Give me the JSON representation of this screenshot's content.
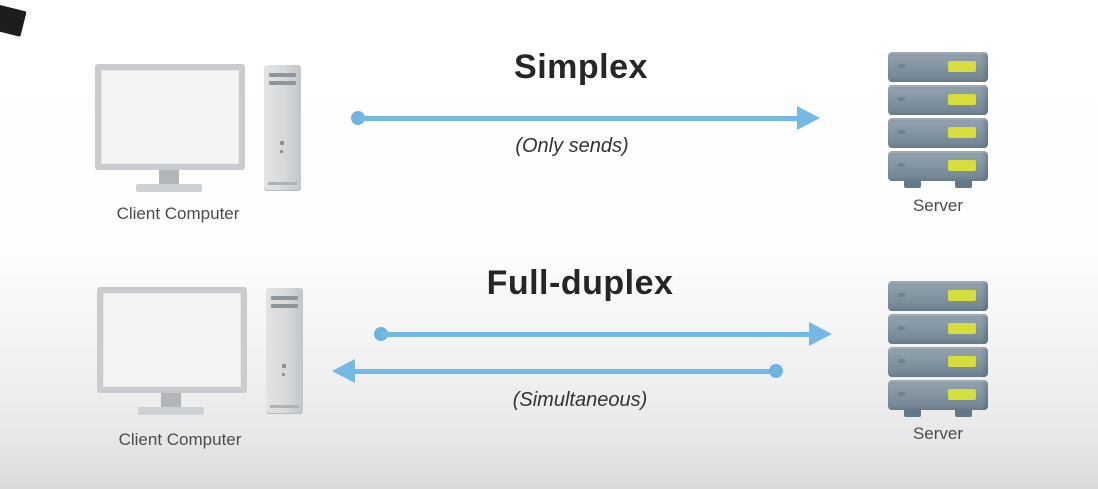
{
  "diagram": {
    "topic": "Data transmission modes between client and server",
    "rows": [
      {
        "title": "Simplex",
        "subtitle": "(Only sends)",
        "client_label": "Client Computer",
        "server_label": "Server",
        "arrows": [
          "client-to-server"
        ]
      },
      {
        "title": "Full-duplex",
        "subtitle": "(Simultaneous)",
        "client_label": "Client Computer",
        "server_label": "Server",
        "arrows": [
          "client-to-server",
          "server-to-client"
        ]
      }
    ]
  },
  "icons": {
    "client": "desktop-computer-icon",
    "server": "server-rack-icon",
    "arrow": "blue-arrow-connector"
  },
  "colors": {
    "arrow_blue": "#74b8e3",
    "led_yellow": "#d5de3b",
    "title_text": "#262626",
    "label_text": "#4c4c4c",
    "server_body": "#8696a3",
    "background_bottom": "#d9dadb"
  }
}
